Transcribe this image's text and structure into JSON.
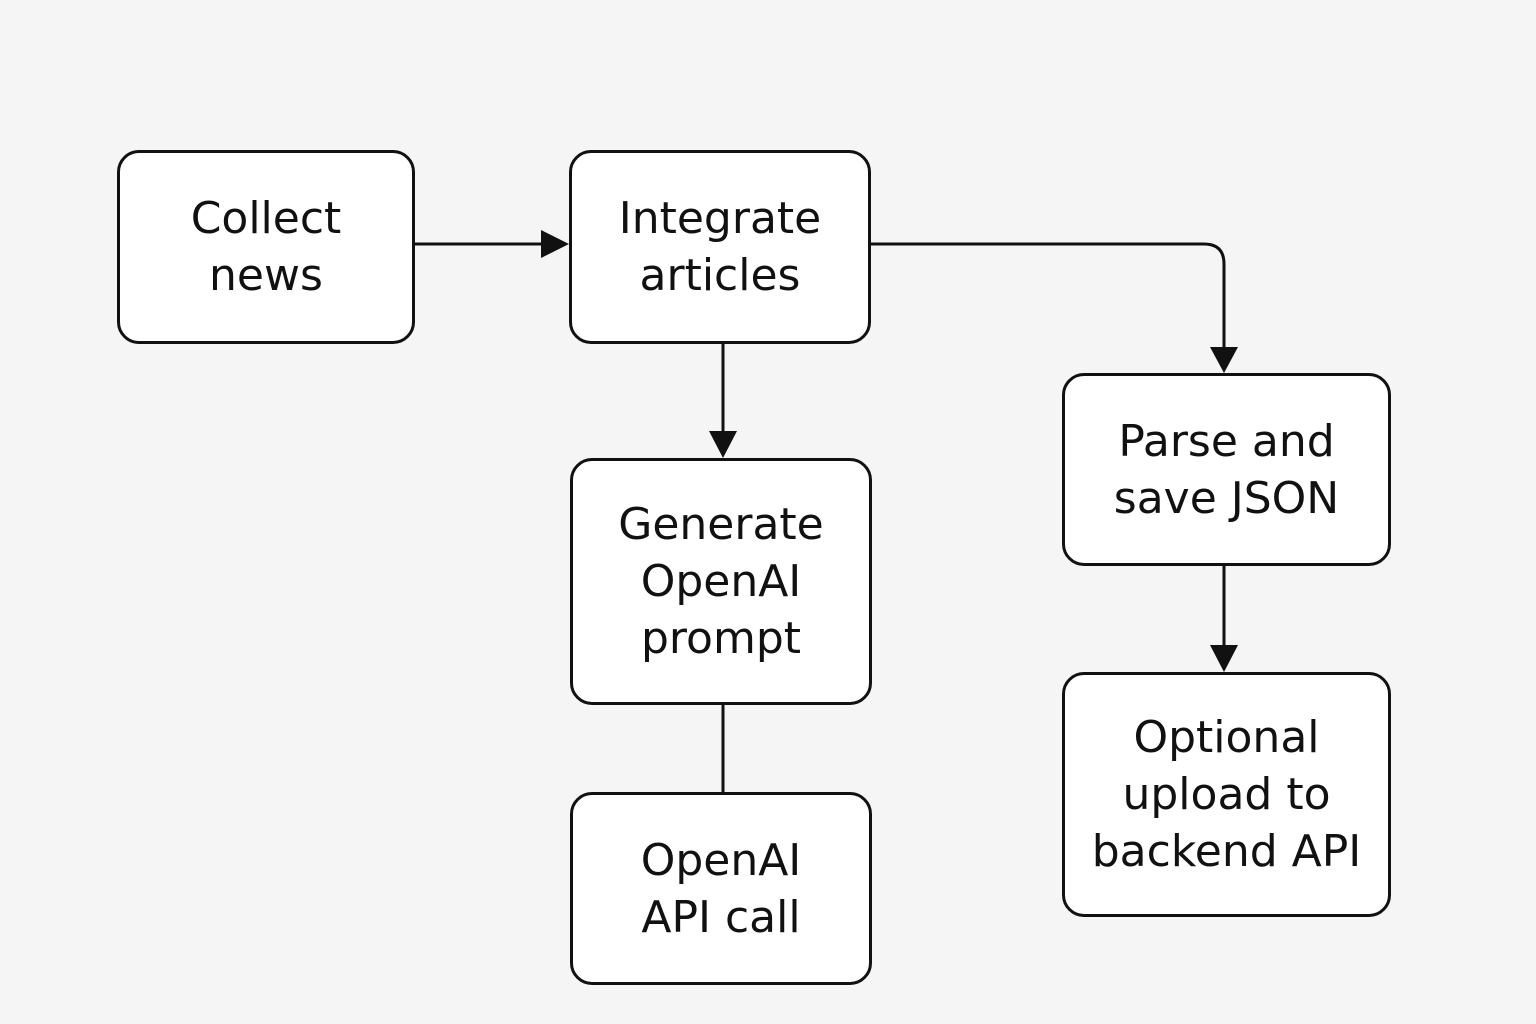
{
  "nodes": {
    "collect": "Collect\nnews",
    "integrate": "Integrate\narticles",
    "generate": "Generate\nOpenAI\nprompt",
    "openai_call": "OpenAI\nAPI call",
    "parse": "Parse and\nsave JSON",
    "upload": "Optional\nupload to\nbackend API"
  },
  "colors": {
    "background": "#f5f5f5",
    "stroke": "#111111",
    "node_fill": "#ffffff"
  }
}
